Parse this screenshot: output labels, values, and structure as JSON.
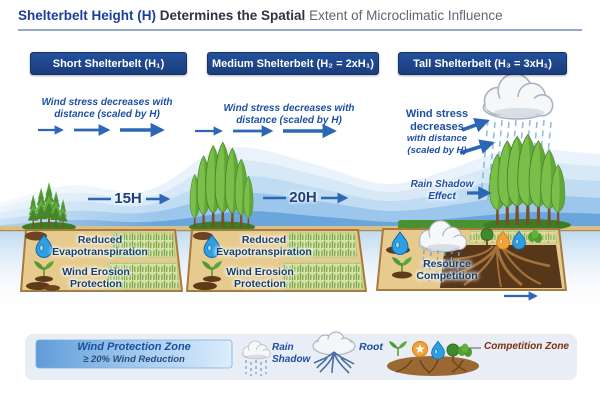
{
  "title": {
    "emphasis": "Shelterbelt Height (H) ",
    "strong": "Determines the Spatial ",
    "rest": "Extent of Microclimatic Influence"
  },
  "panels": [
    {
      "header": "Short Shelterbelt (H₁)",
      "wind_label": [
        "Wind stress decreases with",
        "distance (scaled by H)"
      ],
      "distance_label": "15H",
      "benefits": [
        [
          "Reduced",
          "Evapotranspiration"
        ],
        [
          "Wind Erosion",
          "Protection"
        ]
      ]
    },
    {
      "header": "Medium Shelterbelt (H₂ = 2xH₁)",
      "wind_label": [
        "Wind stress decreases with",
        "distance (scaled by H)"
      ],
      "distance_label": "20H",
      "benefits": [
        [
          "Reduced",
          "Evapotranspiration"
        ],
        [
          "Wind Erosion",
          "Protection"
        ]
      ]
    },
    {
      "header": "Tall Shelterbelt (H₃ = 3xH₁)",
      "wind_label": [
        "Wind stress",
        "decreases",
        "with distance",
        "(scaled by H)"
      ],
      "rain_shadow": [
        "Rain Shadow",
        "Effect"
      ],
      "benefit": [
        "Resource",
        "Competition"
      ]
    }
  ],
  "legend": {
    "zone_title": "Wind Protection Zone",
    "zone_subtitle": "≥ 20% Wind Reduction",
    "rain_label": [
      "Rain",
      "Shadow"
    ],
    "root_label": "Root",
    "competition_label": "Competition Zone"
  },
  "colors": {
    "badge_navy": "#1c4186",
    "wind_arrow_blue": "#2b67b5",
    "label_navy": "#14406e",
    "soil_tan": "#e2c788",
    "competition_maroon": "#7d2e12"
  }
}
